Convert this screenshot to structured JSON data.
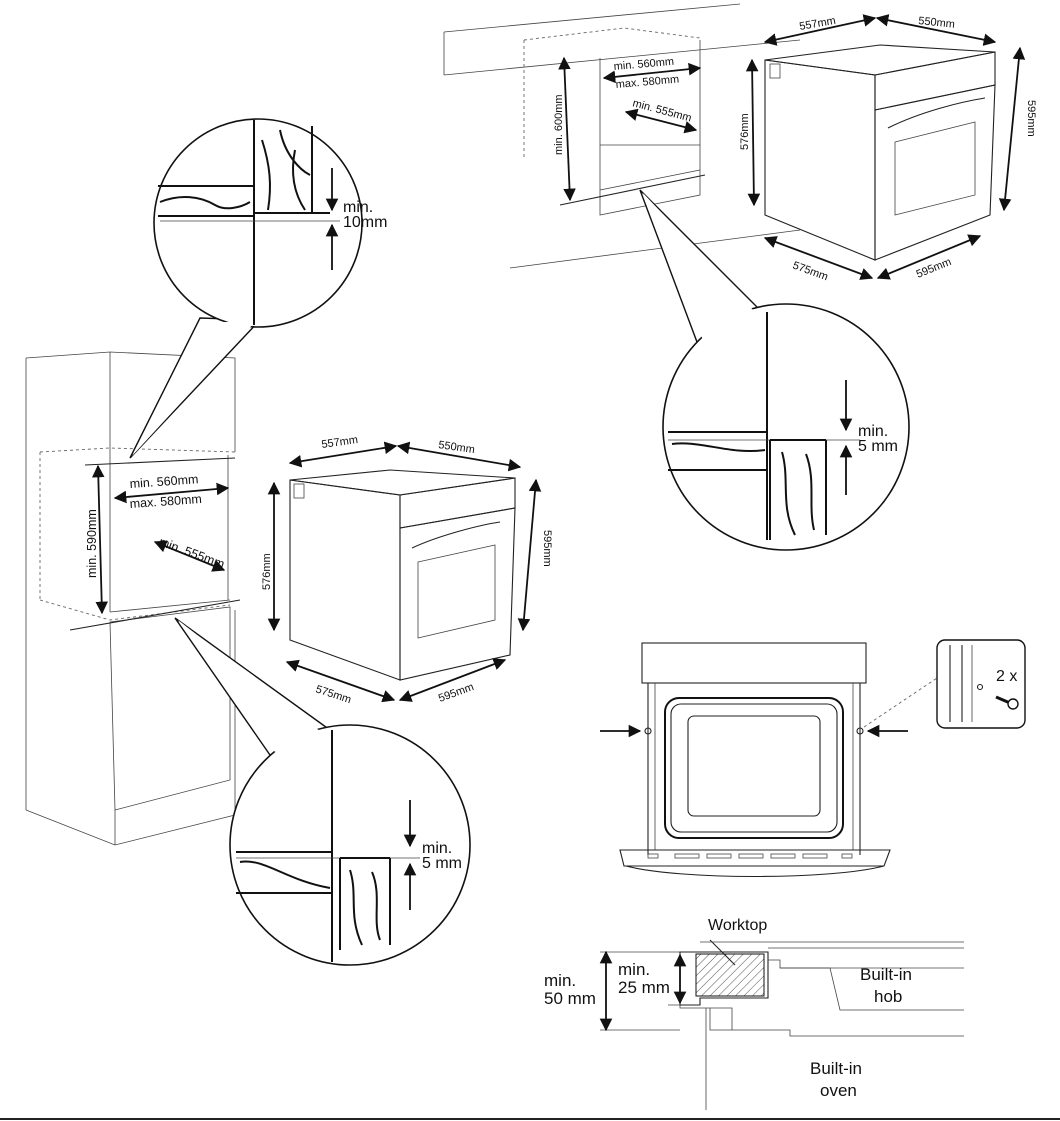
{
  "tall_unit": {
    "dims": {
      "height": "min. 590mm",
      "width_min": "min. 560mm",
      "width_max": "max. 580mm",
      "depth": "min. 555mm"
    },
    "detail_top": {
      "line1": "min.",
      "line2": "10mm"
    },
    "detail_bottom": {
      "line1": "min.",
      "line2": "5 mm"
    }
  },
  "oven_center": {
    "top_left": "557mm",
    "top_right": "550mm",
    "left_height": "576mm",
    "right_height": "595mm",
    "bottom_left": "575mm",
    "bottom_right": "595mm"
  },
  "under_counter": {
    "dims": {
      "height": "min. 600mm",
      "width_min": "min. 560mm",
      "width_max": "max. 580mm",
      "depth": "min. 555mm"
    },
    "detail": {
      "line1": "min.",
      "line2": "5 mm"
    }
  },
  "oven_right": {
    "top_left": "557mm",
    "top_right": "550mm",
    "left_height": "576mm",
    "right_height": "595mm",
    "bottom_left": "575mm",
    "bottom_right": "595mm"
  },
  "screw_detail": {
    "count": "2 x"
  },
  "hob_section": {
    "worktop": "Worktop",
    "min_50_a": "min.",
    "min_50_b": "50 mm",
    "min_25_a": "min.",
    "min_25_b": "25 mm",
    "hob_a": "Built-in",
    "hob_b": "hob",
    "oven_a": "Built-in",
    "oven_b": "oven"
  }
}
